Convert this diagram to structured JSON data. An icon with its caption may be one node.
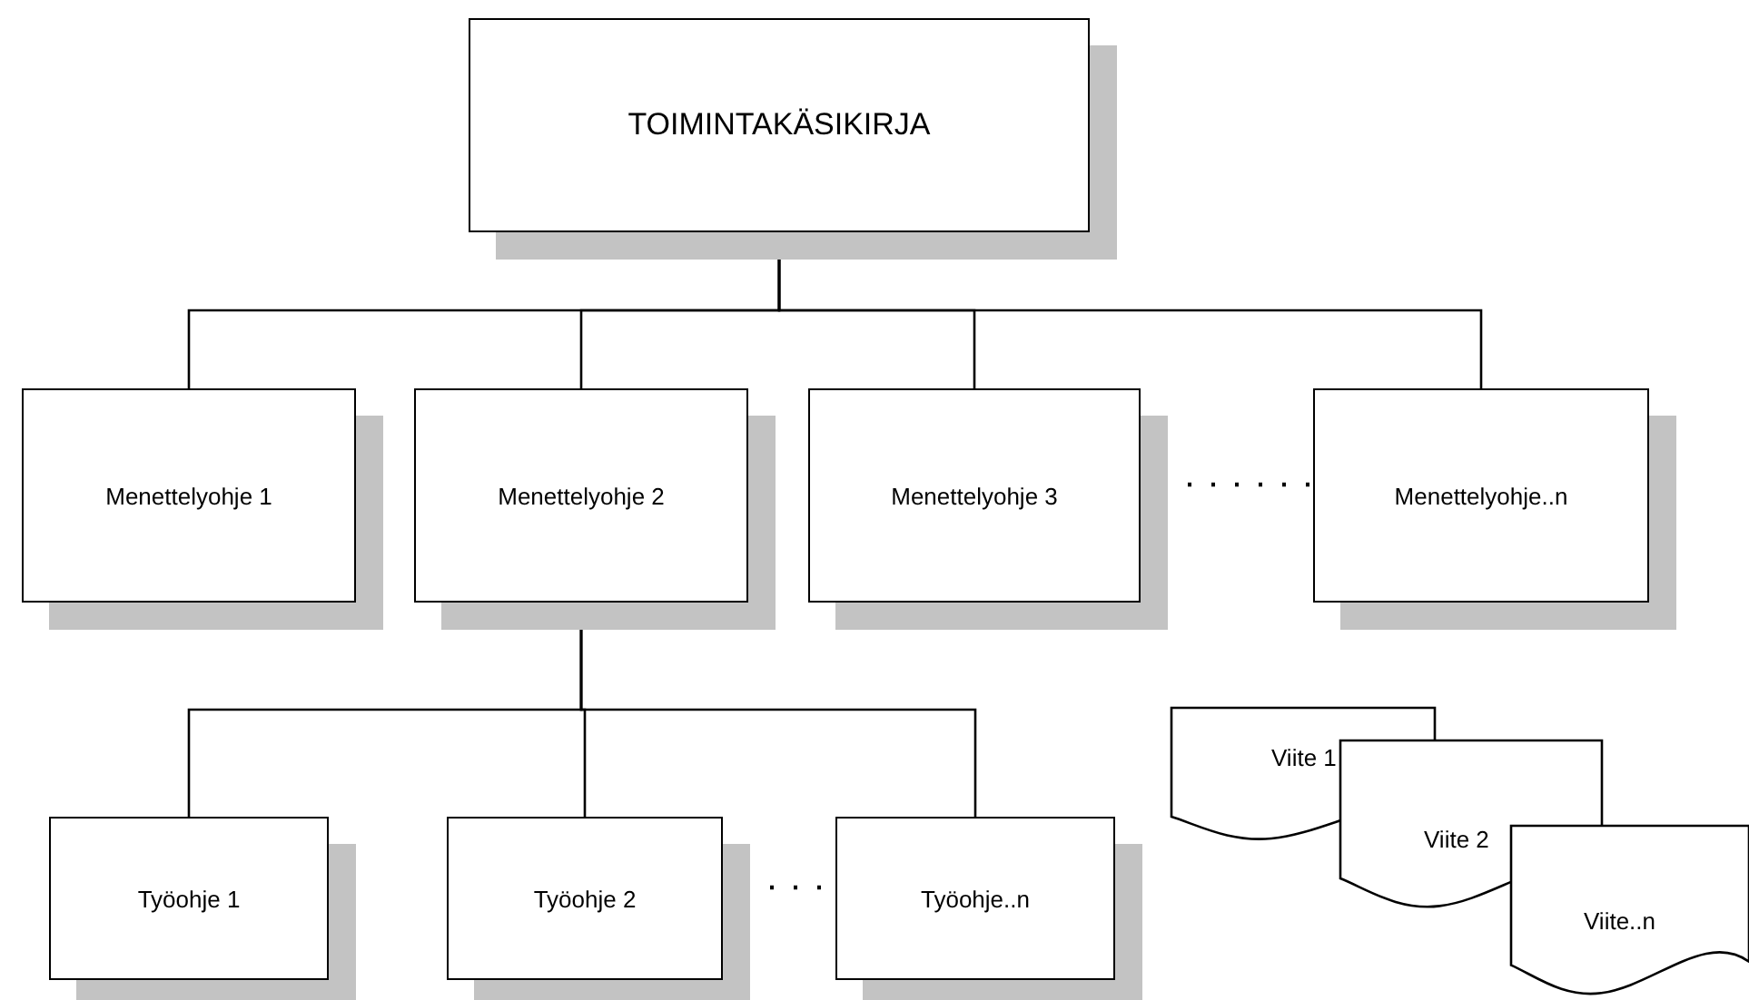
{
  "diagram": {
    "nodes": [
      {
        "text": [
          "TOIMINTAKÄSIKIRJA"
        ]
      },
      {
        "text": [
          "Menettelyohje 1"
        ]
      },
      {
        "text": [
          "Menettelyohje 2"
        ]
      },
      {
        "text": [
          "Menettelyohje 3"
        ]
      },
      {
        "text": [
          "Menettelyohje..n"
        ]
      },
      {
        "text": [
          "Työohje 1"
        ]
      },
      {
        "text": [
          "Työohje 2"
        ]
      },
      {
        "text": [
          "Työohje..n"
        ]
      },
      {
        "text": [
          "Viite 1"
        ]
      },
      {
        "text": [
          "Viite 2"
        ]
      },
      {
        "text": [
          "Viite..n"
        ]
      }
    ],
    "edges": [
      {
        "from": 0,
        "to": 1,
        "arrow": "none"
      },
      {
        "from": 0,
        "to": 2,
        "arrow": "none"
      },
      {
        "from": 0,
        "to": 3,
        "arrow": "none"
      },
      {
        "from": 0,
        "to": 4,
        "arrow": "none"
      },
      {
        "from": 3,
        "to": 4,
        "arrow": "none",
        "style": "dashed"
      },
      {
        "from": 2,
        "to": 5,
        "arrow": "none"
      },
      {
        "from": 2,
        "to": 6,
        "arrow": "none"
      },
      {
        "from": 2,
        "to": 7,
        "arrow": "none"
      },
      {
        "from": 6,
        "to": 7,
        "arrow": "none",
        "style": "dashed"
      }
    ]
  }
}
